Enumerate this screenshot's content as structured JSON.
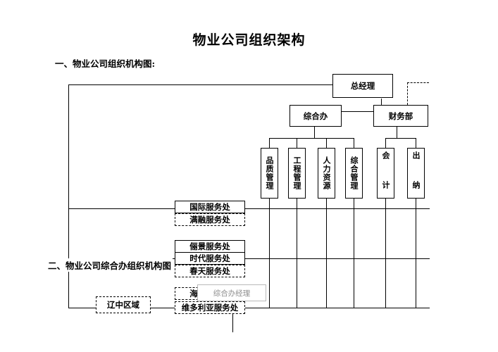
{
  "document": {
    "title": "物业公司组织架构",
    "section_1_heading": "一、物业公司组织机构图:",
    "section_2_heading": "二、物业公司综合办组织机构图"
  },
  "org_chart": {
    "top": {
      "label": "总经理"
    },
    "level_2": [
      {
        "label": "综合办"
      },
      {
        "label": "财务部"
      }
    ],
    "departments": [
      {
        "label": "品质管理",
        "parent": "综合办"
      },
      {
        "label": "工程管理",
        "parent": "综合办"
      },
      {
        "label": "人力资源",
        "parent": "综合办"
      },
      {
        "label": "综合管理",
        "parent": "综合办"
      },
      {
        "label": "会  计",
        "parent": "财务部"
      },
      {
        "label": "出  纳",
        "parent": "财务部"
      }
    ],
    "service_groups": [
      {
        "items": [
          {
            "label": "国际服务处",
            "style": "solid"
          },
          {
            "label": "满融服务处",
            "style": "dashed"
          }
        ]
      },
      {
        "items": [
          {
            "label": "俪景服务处",
            "style": "solid"
          },
          {
            "label": "时代服务处",
            "style": "solid"
          },
          {
            "label": "春天服务处",
            "style": "dashed"
          }
        ]
      },
      {
        "items": [
          {
            "label": "海伦服务处",
            "style": "dashed"
          },
          {
            "label": "维多利亚服务处",
            "style": "dashed"
          }
        ]
      }
    ],
    "region": {
      "label": "辽中区域",
      "style": "dashed"
    },
    "overlay_box": {
      "label": "综合办经理",
      "text_color": "#8d8d8d",
      "border_color": "#b9b9b9"
    }
  },
  "colors": {
    "line": "#000000",
    "background": "#ffffff",
    "muted": "#8d8d8d"
  }
}
